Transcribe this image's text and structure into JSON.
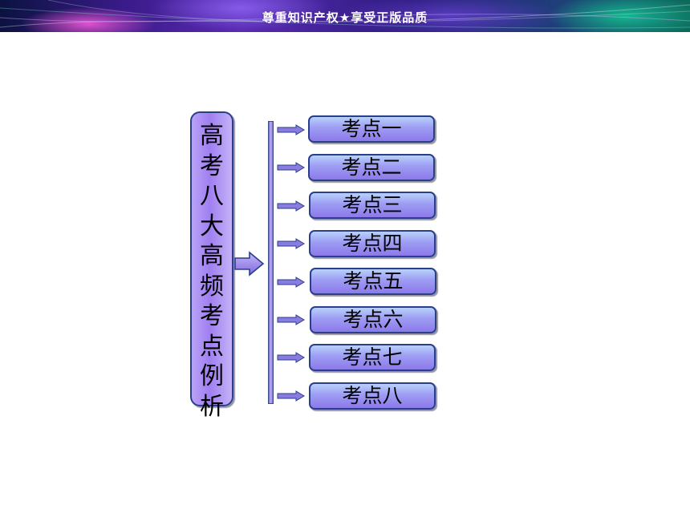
{
  "banner": {
    "text": "尊重知识产权★享受正版品质"
  },
  "diagram": {
    "title_chars": [
      "高",
      "考",
      "八",
      "大",
      "高",
      "频",
      "考",
      "点",
      "例",
      "析"
    ],
    "items": [
      "考点一",
      "考点二",
      "考点三",
      "考点四",
      "考点五",
      "考点六",
      "考点七",
      "考点八"
    ]
  },
  "colors": {
    "box_fill": "#a98ff2",
    "box_border": "#2a3f8a",
    "item_fill": "#9d9cf3",
    "arrow_fill": "#8a7be0"
  }
}
